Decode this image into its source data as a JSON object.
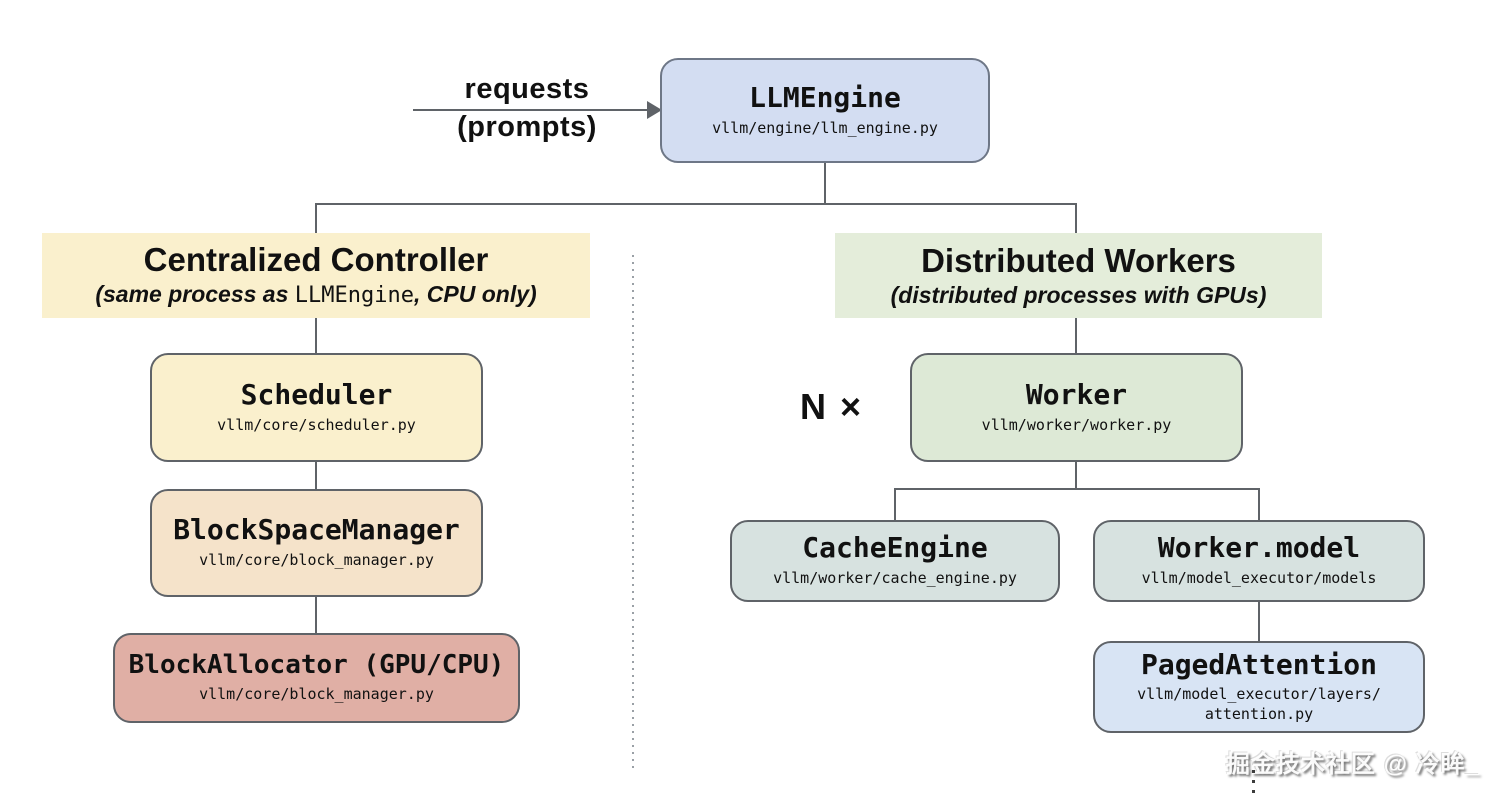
{
  "diagram": {
    "flow_label": {
      "line1": "requests",
      "line2": "(prompts)"
    },
    "multiplier_label": "N ×",
    "sections": {
      "left": {
        "title": "Centralized Controller",
        "subtitle_prefix": "(same process as ",
        "subtitle_code": "LLMEngine",
        "subtitle_suffix": ", CPU only)"
      },
      "right": {
        "title": "Distributed Workers",
        "subtitle": "(distributed processes with GPUs)"
      }
    },
    "nodes": {
      "llm_engine": {
        "title": "LLMEngine",
        "path": "vllm/engine/llm_engine.py"
      },
      "scheduler": {
        "title": "Scheduler",
        "path": "vllm/core/scheduler.py"
      },
      "block_space_manager": {
        "title": "BlockSpaceManager",
        "path": "vllm/core/block_manager.py"
      },
      "block_allocator": {
        "title": "BlockAllocator (GPU/CPU)",
        "path": "vllm/core/block_manager.py"
      },
      "worker": {
        "title": "Worker",
        "path": "vllm/worker/worker.py"
      },
      "cache_engine": {
        "title": "CacheEngine",
        "path": "vllm/worker/cache_engine.py"
      },
      "worker_model": {
        "title": "Worker.model",
        "path": "vllm/model_executor/models"
      },
      "paged_attention": {
        "title": "PagedAttention",
        "path": "vllm/model_executor/layers/\nattention.py"
      }
    },
    "watermark": "掘金技术社区 @ 冷眸_",
    "colors": {
      "llm_engine_fill": "#d3ddf2",
      "scheduler_fill": "#faf0cd",
      "block_space_manager_fill": "#f5e3ca",
      "block_allocator_fill": "#e0afa5",
      "worker_fill": "#dde9d6",
      "cache_engine_fill": "#d7e2e0",
      "worker_model_fill": "#d7e2e0",
      "paged_attention_fill": "#d8e4f4",
      "left_header_fill": "#faf0cd",
      "right_header_fill": "#e4edda",
      "line": "#5f6368"
    }
  }
}
